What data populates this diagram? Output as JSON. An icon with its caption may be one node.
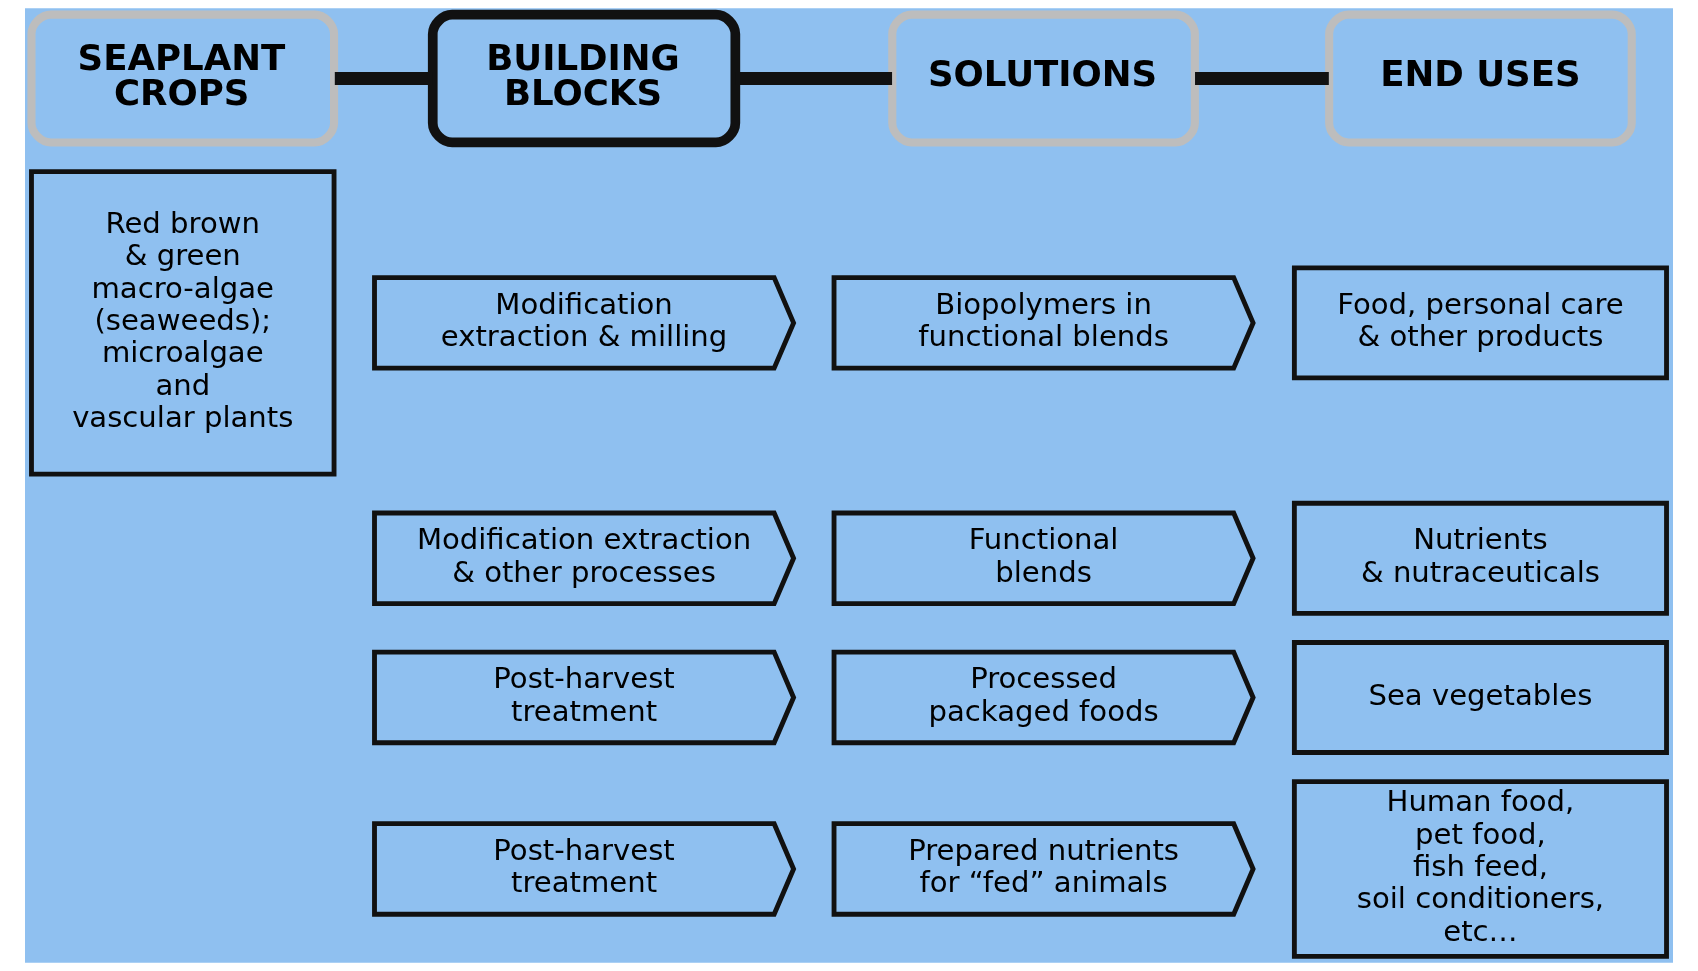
{
  "diagram": {
    "nodes": [
      {
        "text": [
          "SEAPLANT CROPS"
        ]
      },
      {
        "text": [
          "BUILDING BLOCKS"
        ]
      },
      {
        "text": [
          "SOLUTIONS"
        ]
      },
      {
        "text": [
          "END USES"
        ]
      },
      {
        "text": [
          "Red brown & green macro-algae (seaweeds); microalgae and vascular plants"
        ]
      },
      {
        "text": [
          "Modification extraction & milling"
        ]
      },
      {
        "text": [
          "Modification extraction & other processes"
        ]
      },
      {
        "text": [
          "Post-harvest treatment"
        ]
      },
      {
        "text": [
          "Post-harvest treatment"
        ]
      },
      {
        "text": [
          "Biopolymers in functional blends"
        ]
      },
      {
        "text": [
          "Functional blends"
        ]
      },
      {
        "text": [
          "Processed packaged foods"
        ]
      },
      {
        "text": [
          "Prepared nutrients for “fed” animals"
        ]
      },
      {
        "text": [
          "Food, personal care & other products"
        ]
      },
      {
        "text": [
          "Nutrients & nutraceuticals"
        ]
      },
      {
        "text": [
          "Sea vegetables"
        ]
      },
      {
        "text": [
          "Human food, pet food, fish feed, soil conditioners, etc…"
        ]
      }
    ],
    "edges": [
      {
        "from": 0,
        "to": 1,
        "arrow": "none"
      },
      {
        "from": 1,
        "to": 2,
        "arrow": "none"
      },
      {
        "from": 2,
        "to": 3,
        "arrow": "none"
      }
    ]
  }
}
